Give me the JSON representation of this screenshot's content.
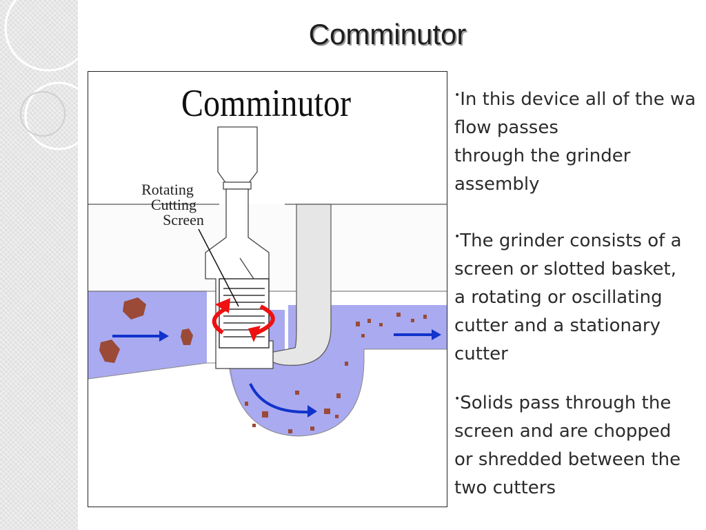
{
  "slide": {
    "title": "Comminutor"
  },
  "figure": {
    "heading": "Comminutor",
    "label_lines": [
      "Rotating",
      "Cutting",
      "Screen"
    ],
    "colors": {
      "water": "#a8a8ee",
      "solids": "#9a4a36",
      "flow_arrow": "#1133cc",
      "rotation_arrow": "#ee1111"
    }
  },
  "bullets": [
    {
      "marker": "•",
      "lines": [
        "In this device all of the wa",
        "flow passes",
        "through the grinder",
        "assembly"
      ]
    },
    {
      "marker": "•",
      "lines": [
        "The grinder consists of a",
        "screen or slotted basket,",
        "a rotating or oscillating",
        "cutter and a stationary",
        "cutter"
      ]
    },
    {
      "marker": "•",
      "lines": [
        "Solids pass through the",
        "screen and are chopped",
        "or shredded between the",
        "two cutters"
      ]
    }
  ]
}
